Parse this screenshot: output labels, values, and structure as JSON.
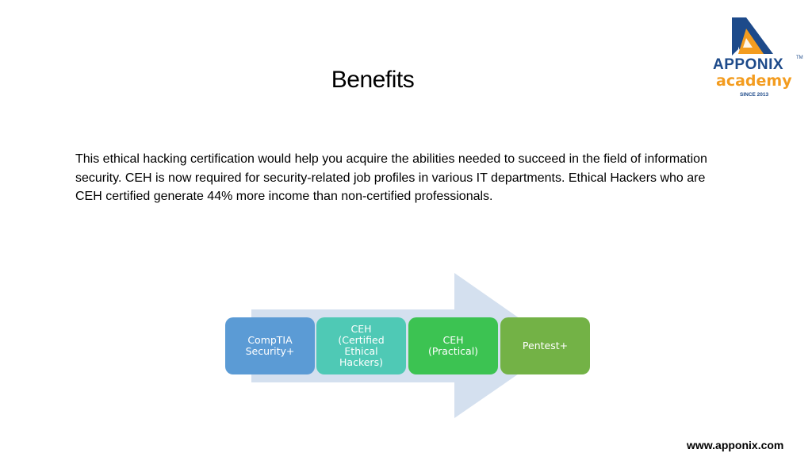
{
  "slide": {
    "title": "Benefits",
    "body": "This ethical hacking certification would help you acquire the abilities needed to succeed in the field of information security. CEH is now required for security-related job profiles in various IT departments. Ethical Hackers who are CEH certified generate 44% more income than non-certified professionals."
  },
  "logo": {
    "brand": "APPONIX",
    "tm": "TM",
    "subtitle": "academy",
    "since": "SINCE 2013"
  },
  "diagram": {
    "steps": [
      {
        "label": "CompTIA\nSecurity+",
        "color": "#5b9bd5"
      },
      {
        "label": "CEH\n(Certified\nEthical\nHackers)",
        "color": "#4fc9b5"
      },
      {
        "label": "CEH\n(Practical)",
        "color": "#3cc352"
      },
      {
        "label": "Pentest+",
        "color": "#73b246"
      }
    ],
    "arrow_color": "#d4e0ef"
  },
  "footer": {
    "url": "www.apponix.com"
  }
}
